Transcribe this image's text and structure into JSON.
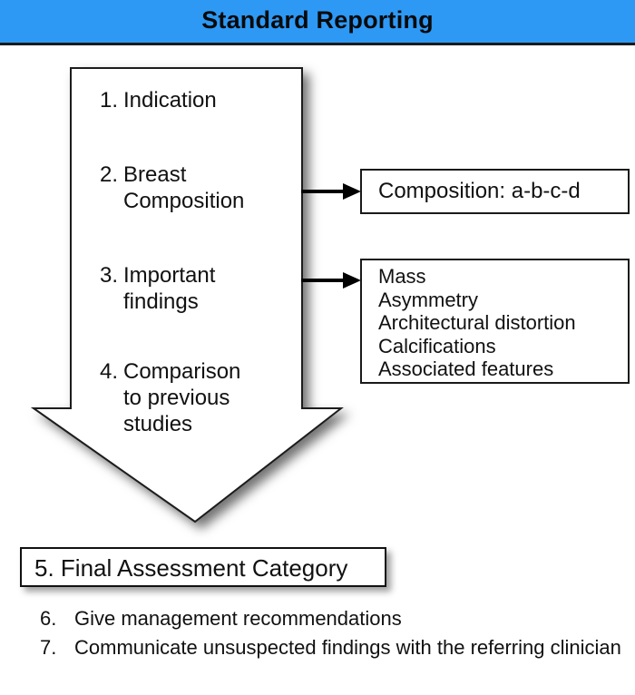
{
  "header": {
    "title": "Standard Reporting",
    "background_color": "#2d99f5",
    "text_color": "#0a0a0a"
  },
  "flow": {
    "shape": "down-arrow",
    "steps": [
      {
        "number": "1.",
        "text": "Indication"
      },
      {
        "number": "2.",
        "text": "Breast\nComposition"
      },
      {
        "number": "3.",
        "text": "Important\nfindings"
      },
      {
        "number": "4.",
        "text": "Comparison\nto previous\nstudies"
      }
    ]
  },
  "branches": {
    "composition": {
      "connector_label": "arrow-right-icon",
      "text": "Composition: a-b-c-d"
    },
    "findings": {
      "connector_label": "arrow-right-icon",
      "items": [
        "Mass",
        "Asymmetry",
        "Architectural distortion",
        "Calcifications",
        "Associated features"
      ]
    }
  },
  "final_assessment": {
    "number": "5.",
    "text": "5. Final Assessment Category"
  },
  "bottom_items": [
    {
      "number": "6.",
      "text": "Give management recommendations"
    },
    {
      "number": "7.",
      "text": "Communicate unsuspected findings with the referring clinician"
    }
  ]
}
